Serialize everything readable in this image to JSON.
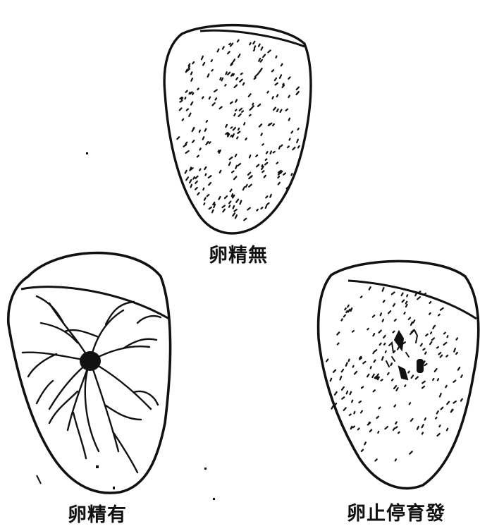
{
  "eggs": [
    {
      "id": "infertile",
      "caption": "卵精無"
    },
    {
      "id": "fertile",
      "caption": "卵精有"
    },
    {
      "id": "dead",
      "caption": "卵止停育發"
    }
  ],
  "colors": {
    "ink": "#111111",
    "paper": "#ffffff"
  }
}
